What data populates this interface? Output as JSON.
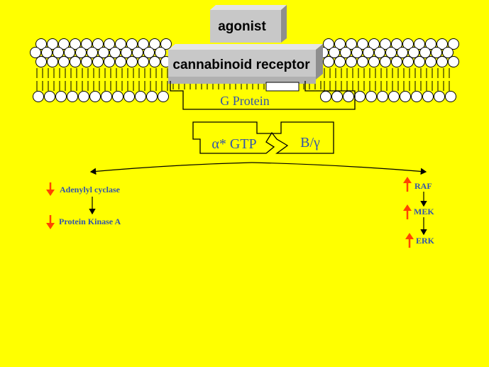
{
  "diagram": {
    "agonist_label": "agonist",
    "receptor_label": "cannabinoid receptor",
    "g_protein_label": "G Protein",
    "alpha_label": "α* GTP",
    "beta_gamma_label": "B/γ",
    "left_pathway": [
      {
        "label": "Adenylyl cyclase",
        "direction": "down"
      },
      {
        "label": "Protein Kinase A",
        "direction": "down"
      }
    ],
    "right_pathway": [
      {
        "label": "RAF",
        "direction": "up"
      },
      {
        "label": "MEK",
        "direction": "up"
      },
      {
        "label": "ERK",
        "direction": "up"
      }
    ]
  },
  "colors": {
    "background": "#ffff00",
    "label_text": "#3355aa",
    "arrow_red": "#ff4400",
    "box_gray": "#c8c8c8",
    "box_shadow": "#9a9a9a"
  }
}
